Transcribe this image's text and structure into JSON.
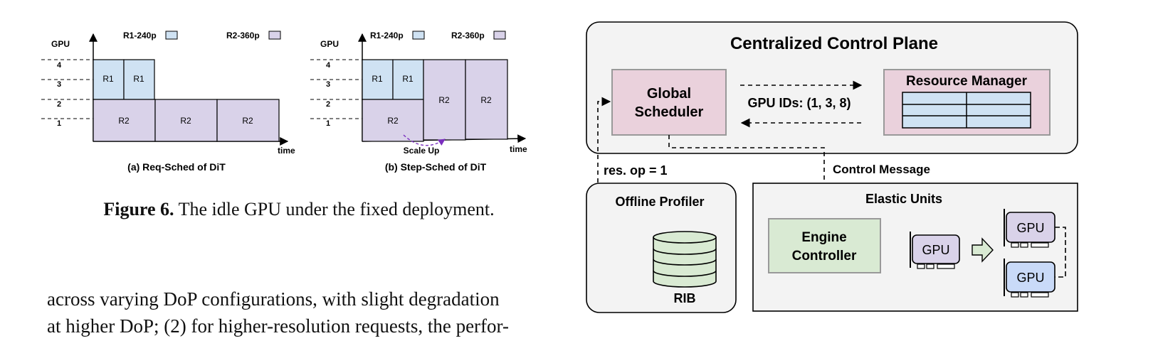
{
  "left_figure": {
    "panel_a": {
      "y_axis_label": "GPU",
      "x_axis_label": "time",
      "gpu_ticks": [
        "4",
        "3",
        "2",
        "1"
      ],
      "legend": [
        {
          "label": "R1-240p",
          "color": "#cfe2f3"
        },
        {
          "label": "R2-360p",
          "color": "#d9d2e9"
        }
      ],
      "blocks": [
        "R1",
        "R1",
        "R2",
        "R2",
        "R2"
      ],
      "subcaption": "(a) Req-Sched of DiT"
    },
    "panel_b": {
      "y_axis_label": "GPU",
      "x_axis_label": "time",
      "gpu_ticks": [
        "4",
        "3",
        "2",
        "1"
      ],
      "legend": [
        {
          "label": "R1-240p",
          "color": "#cfe2f3"
        },
        {
          "label": "R2-360p",
          "color": "#d9d2e9"
        }
      ],
      "blocks": [
        "R1",
        "R1",
        "R2",
        "R2",
        "R2"
      ],
      "annotation": "Scale Up",
      "subcaption": "(b) Step-Sched of DiT"
    },
    "caption_label": "Figure 6.",
    "caption_text": " The idle GPU under the fixed deployment."
  },
  "body_text": {
    "line1": "across varying DoP configurations, with slight degradation",
    "line2": "at higher DoP; (2) for higher-resolution requests, the perfor-"
  },
  "architecture": {
    "control_plane_title": "Centralized Control Plane",
    "global_scheduler": [
      "Global",
      "Scheduler"
    ],
    "gpu_ids_label": "GPU IDs: (1, 3, 8)",
    "resource_manager": "Resource Manager",
    "res_op_label": "res. op = 1",
    "control_message_label": "Control Message",
    "offline_profiler": "Offline Profiler",
    "rib_label": "RIB",
    "elastic_units": "Elastic Units",
    "engine_controller": [
      "Engine",
      "Controller"
    ],
    "gpu_label": "GPU",
    "colors": {
      "panel_bg": "#f3f3f3",
      "scheduler_fill": "#ead1dc",
      "scheduler_stroke": "#999999",
      "resource_fill": "#ead1dc",
      "table_fill": "#cfe2f3",
      "engine_fill": "#d9ead3",
      "rib_fill": "#d9ead3",
      "gpu_purple": "#d9d2e9",
      "gpu_blue": "#c9daf8",
      "arrow_green": "#d9ead3"
    }
  }
}
